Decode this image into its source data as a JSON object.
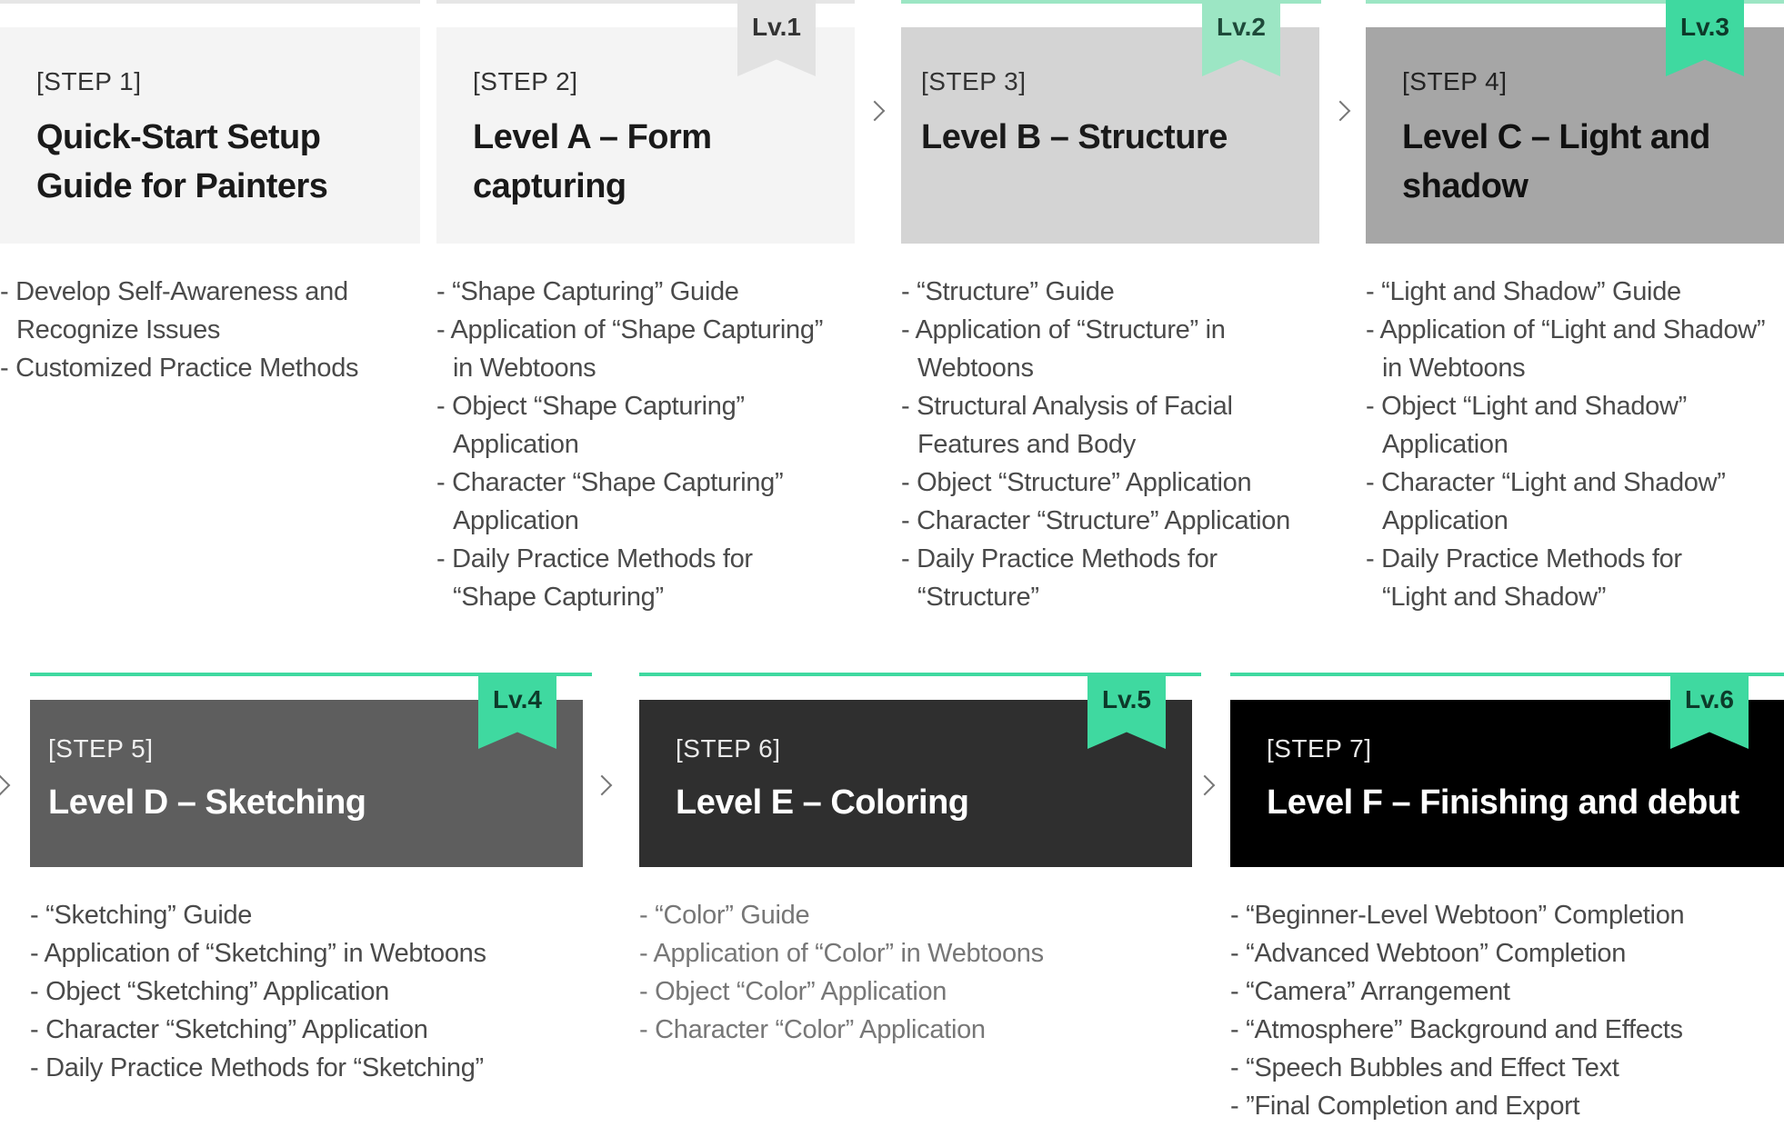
{
  "steps": [
    {
      "step": "[STEP 1]",
      "title": "Quick-Start Setup Guide for Painters",
      "badge": "",
      "items": [
        "- Develop Self-Awareness and Recognize Issues",
        "- Customized Practice Methods"
      ]
    },
    {
      "step": "[STEP 2]",
      "title": "Level A – Form capturing",
      "badge": "Lv.1",
      "items": [
        "- “Shape Capturing” Guide",
        "- Application of “Shape Capturing” in Webtoons",
        "- Object “Shape Capturing” Application",
        "- Character “Shape Capturing” Application",
        "- Daily Practice Methods for “Shape Capturing”"
      ]
    },
    {
      "step": "[STEP 3]",
      "title": "Level B – Structure",
      "badge": "Lv.2",
      "items": [
        "- “Structure” Guide",
        "- Application of “Structure” in Webtoons",
        "- Structural Analysis of Facial Features and Body",
        "- Object “Structure” Application",
        "- Character “Structure” Application",
        "- Daily Practice Methods for “Structure”"
      ]
    },
    {
      "step": "[STEP 4]",
      "title": "Level C – Light and shadow",
      "badge": "Lv.3",
      "items": [
        "- “Light and Shadow” Guide",
        "- Application of “Light and Shadow” in Webtoons",
        "- Object “Light and Shadow” Application",
        "- Character “Light and Shadow” Application",
        "- Daily Practice Methods for “Light and Shadow”"
      ]
    },
    {
      "step": "[STEP 5]",
      "title": "Level D – Sketching",
      "badge": "Lv.4",
      "items": [
        "- “Sketching” Guide",
        "- Application of “Sketching” in Webtoons",
        "- Object “Sketching” Application",
        "- Character “Sketching” Application",
        "- Daily Practice Methods for “Sketching”"
      ]
    },
    {
      "step": "[STEP 6]",
      "title": "Level E – Coloring",
      "badge": "Lv.5",
      "items": [
        "- “Color” Guide",
        "- Application of “Color” in Webtoons",
        "- Object “Color” Application",
        "- Character “Color” Application"
      ]
    },
    {
      "step": "[STEP 7]",
      "title": "Level F – Finishing and debut",
      "badge": "Lv.6",
      "items": [
        "- “Beginner-Level Webtoon” Completion",
        "- “Advanced Webtoon” Completion",
        "- “Camera” Arrangement",
        "- “Atmosphere” Background and Effects",
        "- “Speech Bubbles and Effect Text",
        "- ”Final Completion and Export"
      ]
    }
  ],
  "colors": {
    "card1": "#f4f4f4",
    "card2": "#f4f4f4",
    "card3": "#d4d4d4",
    "card4": "#a6a6a6",
    "card5": "#5e5e5e",
    "card6": "#2f2f2f",
    "card7": "#000000",
    "accent_light": "#9ce6c4",
    "accent": "#3fd9a0"
  },
  "icons": [
    "chevron-right-icon"
  ]
}
